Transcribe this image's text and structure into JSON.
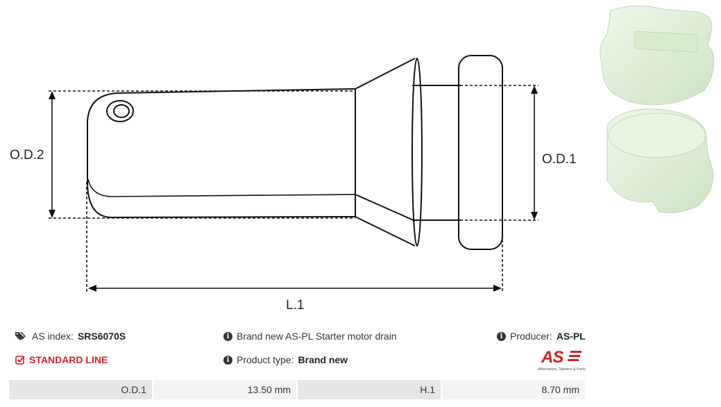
{
  "drawing": {
    "od2_label": "O.D.2",
    "od1_label": "O.D.1",
    "l1_label": "L.1"
  },
  "photo": {
    "icon": "product-photo",
    "color": "#e4f1dc"
  },
  "info": {
    "as_index_label": "AS index:",
    "as_index_value": "SRS6070S",
    "description": "Brand new AS-PL Starter motor drain",
    "producer_label": "Producer:",
    "producer_value": "AS-PL",
    "line_label": "STANDARD LINE",
    "product_type_label": "Product type:",
    "product_type_value": "Brand new",
    "logo_mark": "AS",
    "logo_tagline": "Alternators, Starters & Parts",
    "accent_color": "#d4202a"
  },
  "specs": [
    {
      "label": "O.D.1",
      "value": "13.50 mm"
    },
    {
      "label": "H.1",
      "value": "8.70 mm"
    }
  ]
}
